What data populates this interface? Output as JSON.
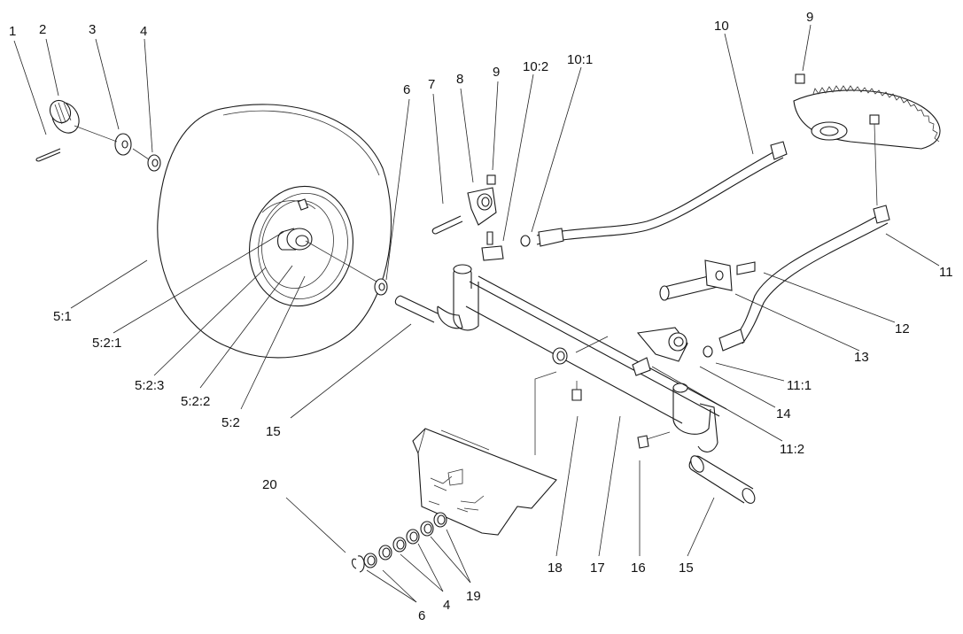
{
  "colors": {
    "ink": "#1a1a1a",
    "background": "#ffffff"
  },
  "labels": {
    "l1": "1",
    "l2": "2",
    "l3": "3",
    "l4a": "4",
    "l6a": "6",
    "l7": "7",
    "l8": "8",
    "l9a": "9",
    "l10_2": "10:2",
    "l10_1": "10:1",
    "l10": "10",
    "l9b": "9",
    "l11": "11",
    "l12": "12",
    "l13": "13",
    "l11_1": "11:1",
    "l14": "14",
    "l11_2": "11:2",
    "l5_1": "5:1",
    "l5_2_1": "5:2:1",
    "l5_2_3": "5:2:3",
    "l5_2_2": "5:2:2",
    "l5_2": "5:2",
    "l15a": "15",
    "l20": "20",
    "l6b": "6",
    "l4b": "4",
    "l19": "19",
    "l18": "18",
    "l17": "17",
    "l16": "16",
    "l15b": "15"
  }
}
